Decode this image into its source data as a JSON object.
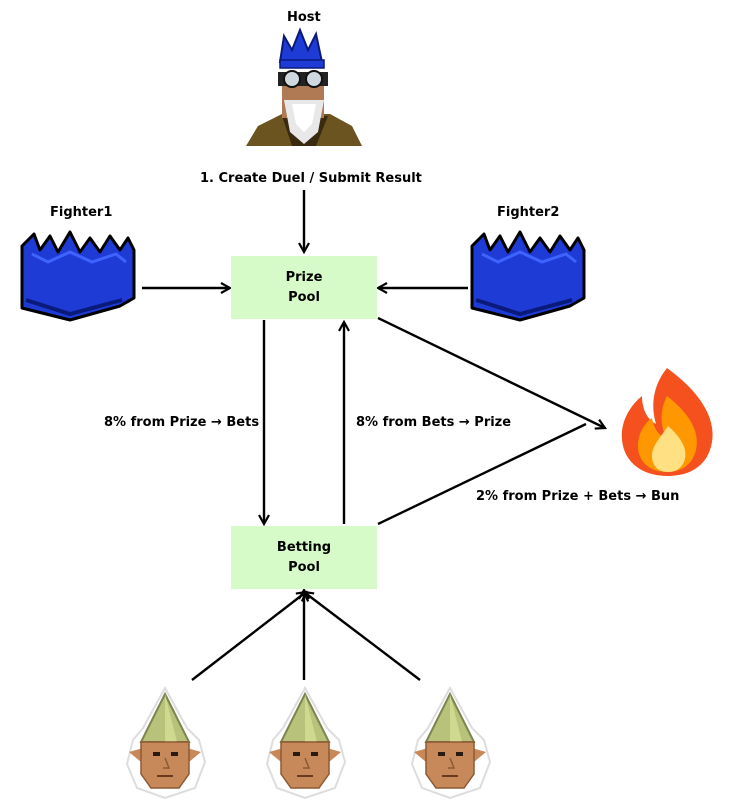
{
  "host": {
    "label": "Host"
  },
  "fighters": [
    {
      "label": "Fighter1"
    },
    {
      "label": "Fighter2"
    }
  ],
  "prize_pool": {
    "line1": "Prize",
    "line2": "Pool"
  },
  "betting_pool": {
    "line1": "Betting",
    "line2": "Pool"
  },
  "edges": {
    "host_to_prize": "1. Create Duel / Submit Result",
    "prize_to_bets": "8% from Prize → Bets",
    "bets_to_prize": "8% from Bets → Prize",
    "to_burn": "2% from Prize + Bets → Bun"
  },
  "icons": {
    "host": "wizard-host-icon",
    "fighter": "blue-partyhat-icon",
    "burn": "fire-icon",
    "bettor": "gnome-bettor-icon"
  },
  "colors": {
    "pool_fill": "#d6fbc9",
    "partyhat_blue": "#1f3bd6",
    "arrow": "#000000"
  }
}
